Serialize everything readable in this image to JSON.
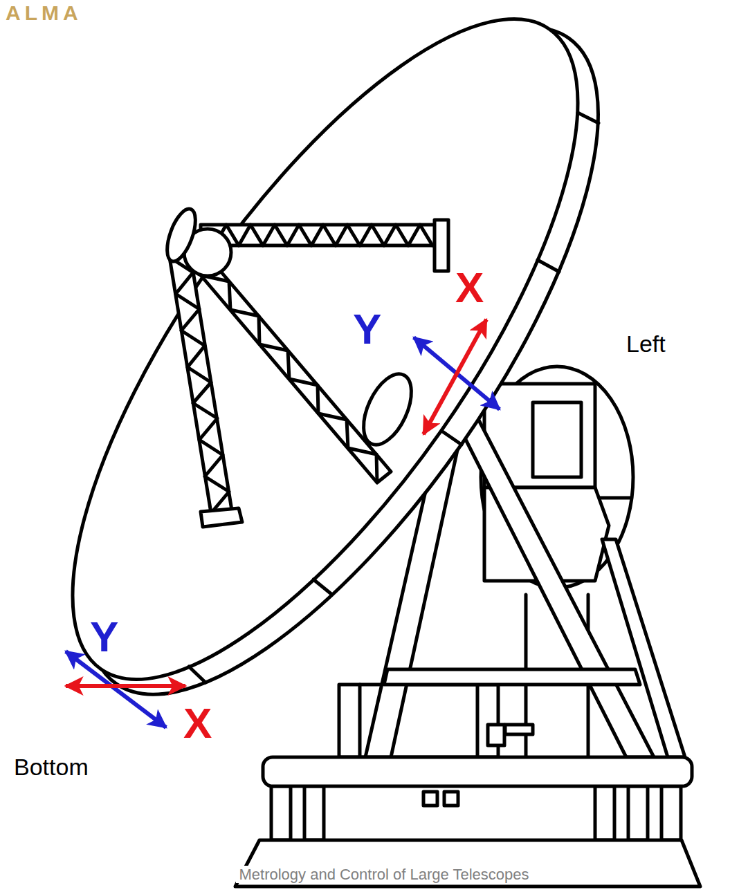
{
  "diagram": {
    "labels": [
      "ALMA",
      "X",
      "Y",
      "Left",
      "Y",
      "X",
      "Bottom",
      "Metrology and Control of Large Telescopes"
    ]
  }
}
